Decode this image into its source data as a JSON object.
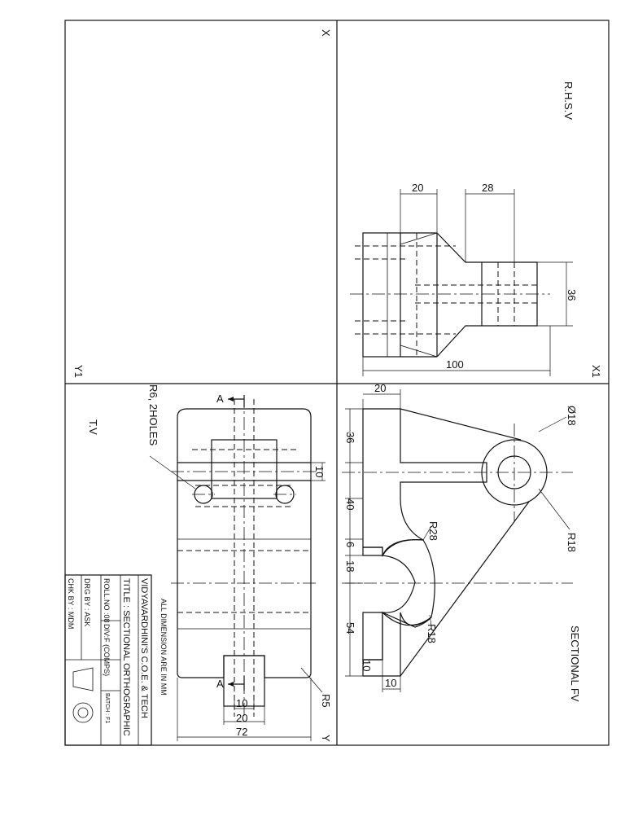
{
  "frame": {
    "corner_x": "X",
    "corner_x1": "X1",
    "corner_y": "Y",
    "corner_y1": "Y1"
  },
  "views": {
    "rhsv": {
      "label": "R.H.S.V",
      "dims": {
        "top_left": "20",
        "top_right": "28",
        "width": "100",
        "height": "36"
      }
    },
    "sectional_fv": {
      "label": "SECTIONAL FV",
      "dims": {
        "top": "20",
        "v1": "36",
        "v2": "40",
        "v3": "6",
        "v4": "18",
        "v5": "54",
        "v6": "10",
        "bottom": "10",
        "dia": "Ø18",
        "r18a": "R18",
        "r28": "R28",
        "r18b": "R18"
      }
    },
    "tv": {
      "label": "T.V",
      "note": "R6, 2HOLES",
      "section_mark_top": "A",
      "section_mark_bottom": "A",
      "dims": {
        "slot": "10",
        "d10": "10",
        "d20": "20",
        "d72": "72",
        "r5": "R5"
      }
    }
  },
  "title_block": {
    "note": "ALL DIMENSION ARE IN MM",
    "college": "VIDYAVARDHINI'S C.O.E. & TECH",
    "title": "TITLE : SECTIONAL ORTHOGRAPHIC",
    "roll": "ROLL.NO :08",
    "division": "DIV:F (COMPS)",
    "batch": "BATCH : F1",
    "drawn_by": "DRG BY : ASK",
    "checked_by": "CHK BY : MDM"
  }
}
